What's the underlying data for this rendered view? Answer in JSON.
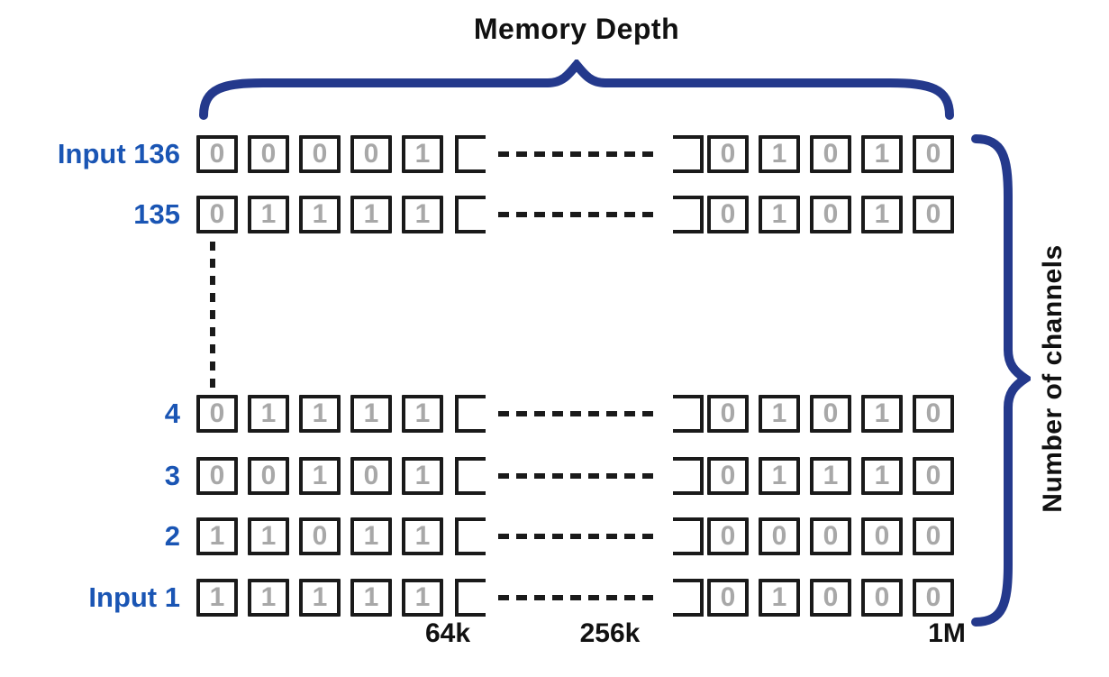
{
  "title": "Memory Depth",
  "right_axis_label": "Number of channels",
  "depth_ticks": {
    "t64k": "64k",
    "t256k": "256k",
    "t1m": "1M"
  },
  "rows": [
    {
      "label": "Input 136",
      "left_bits": [
        "0",
        "0",
        "0",
        "0",
        "1"
      ],
      "right_bits": [
        "0",
        "1",
        "0",
        "1",
        "0"
      ]
    },
    {
      "label": "135",
      "left_bits": [
        "0",
        "1",
        "1",
        "1",
        "1"
      ],
      "right_bits": [
        "0",
        "1",
        "0",
        "1",
        "0"
      ]
    },
    {
      "label": "4",
      "left_bits": [
        "0",
        "1",
        "1",
        "1",
        "1"
      ],
      "right_bits": [
        "0",
        "1",
        "0",
        "1",
        "0"
      ]
    },
    {
      "label": "3",
      "left_bits": [
        "0",
        "0",
        "1",
        "0",
        "1"
      ],
      "right_bits": [
        "0",
        "1",
        "1",
        "1",
        "0"
      ]
    },
    {
      "label": "2",
      "left_bits": [
        "1",
        "1",
        "0",
        "1",
        "1"
      ],
      "right_bits": [
        "0",
        "0",
        "0",
        "0",
        "0"
      ]
    },
    {
      "label": "Input 1",
      "left_bits": [
        "1",
        "1",
        "1",
        "1",
        "1"
      ],
      "right_bits": [
        "0",
        "1",
        "0",
        "0",
        "0"
      ]
    }
  ],
  "colors": {
    "label_blue": "#1a55b4",
    "brace_navy": "#24398c",
    "bit_gray": "#a8a8a8",
    "line_black": "#1a1a1a"
  }
}
